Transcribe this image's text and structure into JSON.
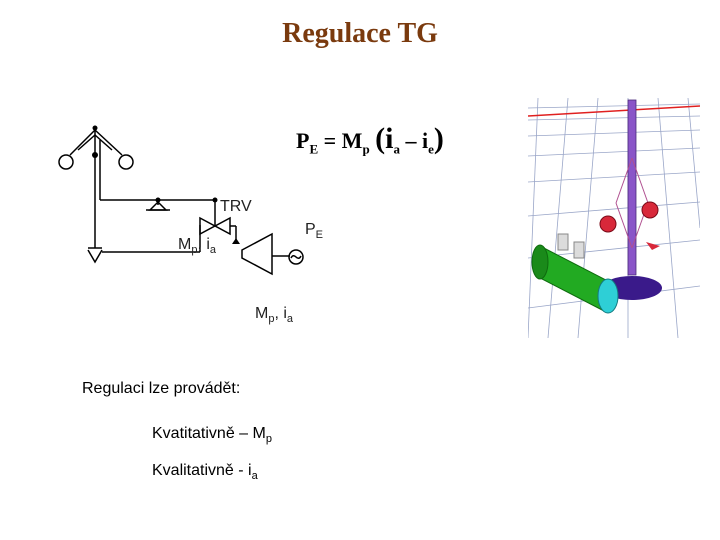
{
  "title": "Regulace TG",
  "formula": {
    "lhs": "P",
    "lhs_sub": "E",
    "equals": "=",
    "m": "M",
    "m_sub": "p",
    "open_paren": "(",
    "i1": "i",
    "i1_sub": "a",
    "minus": "–",
    "i2": "i",
    "i2_sub": "e",
    "close_paren": ")"
  },
  "labels": {
    "trv": "TRV",
    "pe_main": "P",
    "pe_sub": "E",
    "mp_ia_1_main": "M",
    "mp_ia_1_sub1": "p",
    "mp_ia_1_sep": ", i",
    "mp_ia_1_sub2": "a",
    "mp_ia_2_main": "M",
    "mp_ia_2_sub1": "p",
    "mp_ia_2_sep": ", i",
    "mp_ia_2_sub2": "a"
  },
  "text": {
    "heading": "Regulaci lze provádět:",
    "item1_main": "Kvatitativně – M",
    "item1_sub": "p",
    "item2_main": "Kvalitativně - i",
    "item2_sub": "a"
  },
  "colors": {
    "title": "#7a3a0e",
    "shaft": "#8a55c8",
    "generator": "#22aa22",
    "cap": "#2ecfd6",
    "disc": "#3a1a8a",
    "flyball": "#d8283a"
  }
}
